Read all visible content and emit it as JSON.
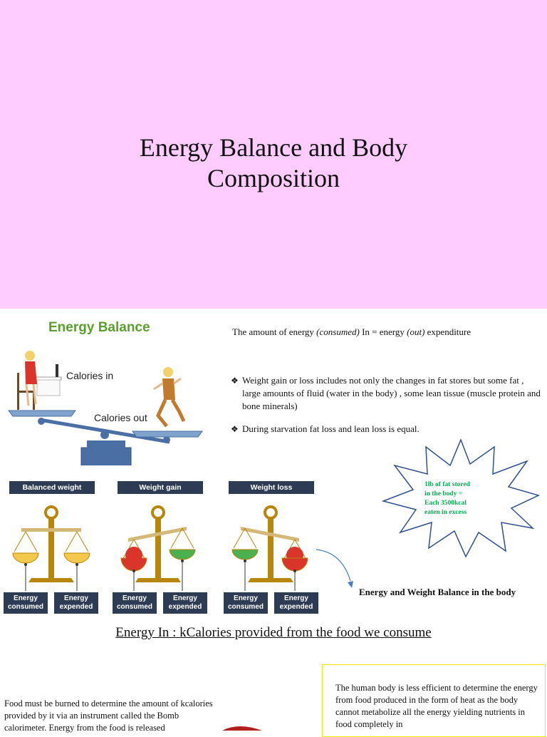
{
  "slide1": {
    "title_line1": "Energy Balance and Body",
    "title_line2": "Composition"
  },
  "slide2": {
    "energy_balance_figure": {
      "title": "Energy Balance",
      "calories_in": "Calories in",
      "calories_out": "Calories out"
    },
    "statement": {
      "part1": "The amount of energy ",
      "consumed": "(consumed)",
      "part2": " In = energy ",
      "out": "(out)",
      "part3": " expenditure"
    },
    "bullets": [
      "Weight gain or loss includes not only the changes in fat stores but some fat , large amounts of fluid (water in the body) , some lean tissue (muscle protein and bone minerals)",
      "During starvation fat loss and lean loss is equal."
    ],
    "starburst": {
      "line1": "1lb of fat stored",
      "line2": "in the body  =",
      "line3": "Each 3500kcal",
      "line4": "eaten in excess"
    },
    "scales": [
      {
        "heading": "Balanced weight",
        "left_label": "Energy\nconsumed",
        "right_label": "Energy\nexpended"
      },
      {
        "heading": "Weight gain",
        "left_label": "Energy\nconsumed",
        "right_label": "Energy\nexpended"
      },
      {
        "heading": "Weight loss",
        "left_label": "Energy\nconsumed",
        "right_label": "Energy\nexpended"
      }
    ],
    "caption": "Energy and Weight Balance in the body",
    "energy_in_heading": "Energy In : kCalories provided from the food we consume ",
    "food_paragraph": "Food must be burned to determine the amount of kcalories provided by it via an instrument called the Bomb calorimeter. Energy from the food is released",
    "yellow_box_text": "The human body is less efficient to determine the energy from food produced in the form of heat as the body cannot metabolize all the energy yielding nutrients in food completely in",
    "colors": {
      "slide1_bg": "#ffccff",
      "scale_navy": "#2e3b54",
      "gold": "#b8860b",
      "eb_green": "#5aa02c",
      "star_text_green": "#00b050",
      "seesaw_blue": "#4a6fa5"
    }
  }
}
